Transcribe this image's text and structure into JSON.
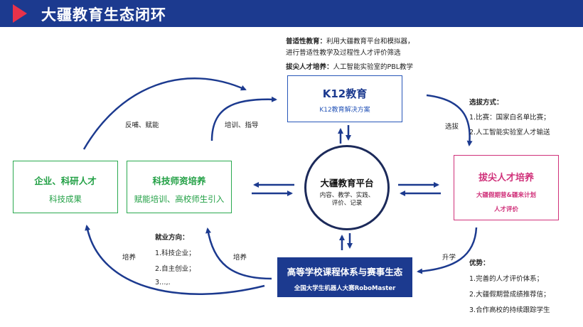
{
  "header": {
    "title": "大疆教育生态闭环"
  },
  "top_notes": [
    {
      "label": "普适性教育：",
      "text": "利用大疆教育平台和模拟器，"
    },
    {
      "label": "",
      "text": "进行普适性教学及过程性人才评价筛选"
    },
    {
      "label": "拔尖人才培养：",
      "text": "人工智能实验室的PBL教学"
    }
  ],
  "k12": {
    "title": "K12教育",
    "subtitle": "K12教育解决方案"
  },
  "enterprise": {
    "title": "企业、科研人才",
    "subtitle": "科技成果"
  },
  "teacher": {
    "title": "科技师资培养",
    "subtitle": "赋能培训、高校师生引入"
  },
  "platform": {
    "title": "大疆教育平台",
    "line1": "内容、教学、实践、",
    "line2": "评价、记录"
  },
  "elite": {
    "title": "拔尖人才培养",
    "line1": "大疆假期营&疆来计划",
    "line2": "人才评价"
  },
  "university": {
    "title": "高等学校课程体系与赛事生态",
    "subtitle": "全国大学生机器人大赛RoboMaster"
  },
  "selection": {
    "heading": "选拔方式：",
    "items": [
      "1.比赛：国家白名单比赛；",
      "2.人工智能实验室人才输送"
    ]
  },
  "employment": {
    "heading": "就业方向：",
    "items": [
      "1.科技企业；",
      "2.自主创业；",
      "3…,."
    ]
  },
  "advantages": {
    "heading": "优势：",
    "items": [
      "1.完善的人才评价体系；",
      "2.大疆假期营成绩推荐信；",
      "3.合作高校的持续跟踪学生"
    ]
  },
  "arrow_labels": {
    "feedback": "反哺、赋能",
    "training": "培训、指导",
    "select": "选拔",
    "promote": "升学",
    "cultivate_left": "培养",
    "cultivate_mid": "培养"
  },
  "colors": {
    "navy": "#1c3a8f",
    "red": "#e8324a",
    "green": "#22a045",
    "magenta": "#d0317a"
  }
}
